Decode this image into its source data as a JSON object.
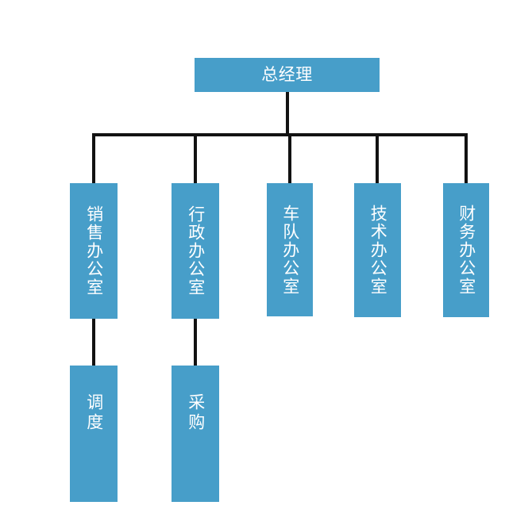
{
  "diagram": {
    "type": "organization-chart",
    "title": "",
    "colors": {
      "node_fill": "#479ec9",
      "node_text": "#ffffff",
      "connector": "#121212",
      "background": "#ffffff"
    },
    "root": {
      "id": "general-manager",
      "label": "总经理",
      "orientation": "horizontal"
    },
    "level2": [
      {
        "id": "sales-office",
        "label": "销售办公室",
        "orientation": "vertical"
      },
      {
        "id": "administrative-office",
        "label": "行政办公室",
        "orientation": "vertical"
      },
      {
        "id": "fleet-office",
        "label": "车队办公室",
        "orientation": "vertical"
      },
      {
        "id": "technical-office",
        "label": "技术办公室",
        "orientation": "vertical"
      },
      {
        "id": "finance-office",
        "label": "财务办公室",
        "orientation": "vertical"
      }
    ],
    "level3": [
      {
        "id": "dispatch",
        "label": "调度",
        "orientation": "vertical",
        "parent": "sales-office"
      },
      {
        "id": "procurement",
        "label": "采购",
        "orientation": "vertical",
        "parent": "administrative-office"
      }
    ]
  }
}
